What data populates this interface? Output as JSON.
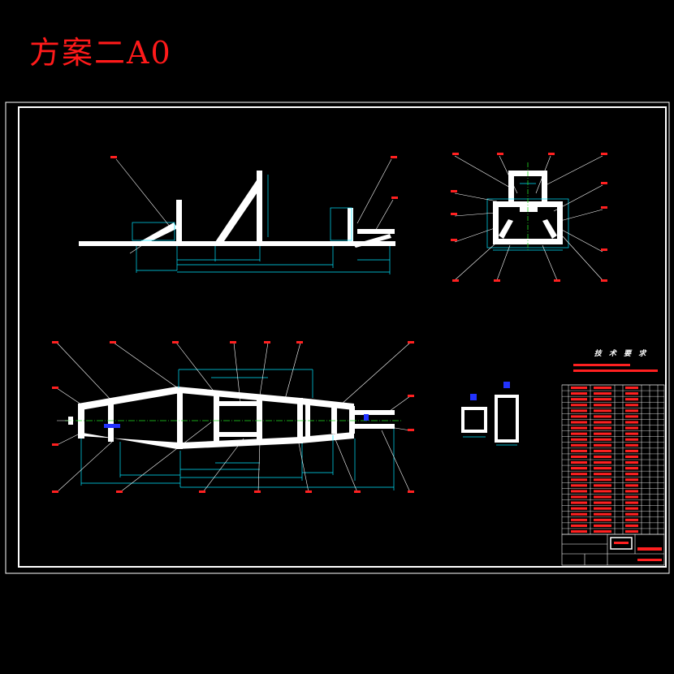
{
  "title": "方案二A0",
  "tech_requirements_title": "技 术 要 求",
  "colors": {
    "background": "#000000",
    "title": "#ff1a1a",
    "frame": "#ffffff",
    "part": "#ffffff",
    "dimension": "#00e5ff",
    "leader": "#ffffff",
    "balloon": "#ff2020",
    "centerline": "#22dd22",
    "marker": "#2233ff",
    "table_text": "#ff2020"
  },
  "views": [
    "side-elevation-view",
    "end-section-view",
    "top-plan-view",
    "tube-section-details",
    "parts-list-and-title-block"
  ]
}
